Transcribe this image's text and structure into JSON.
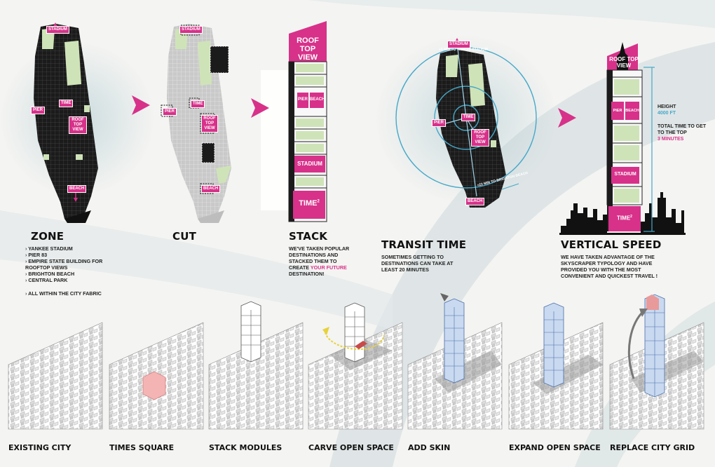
{
  "colors": {
    "accent": "#d7318a",
    "blue": "#46a8c9",
    "park": "#cfe3b8",
    "dark": "#1b1b1b"
  },
  "sections": {
    "zone": {
      "title": "ZONE",
      "bullets": [
        "YANKEE STADIUM",
        "PIER 83",
        "EMPIRE STATE BUILDING FOR ROOFTOP VIEWS",
        "BRIGHTON BEACH",
        "CENTRAL PARK"
      ],
      "note": "ALL WITHIN THE CITY FABRIC"
    },
    "cut": {
      "title": "CUT"
    },
    "stack": {
      "title": "STACK",
      "text_before": "WE'VE TAKEN POPULAR DESTINATIONS AND STACKED THEM TO CREATE ",
      "highlight": "YOUR FUTURE",
      "text_after": " DESTINATION!"
    },
    "transit": {
      "title": "TRANSIT TIME",
      "text": "SOMETIMES GETTING TO DESTINATIONS CAN TAKE AT LEAST 20 MINUTES",
      "route_top": "+5 MIN TO YANKEE STADIUM",
      "route_bottom": "+22 MIN TO BRIGHTON BEACH"
    },
    "vertical": {
      "title": "VERTICAL SPEED",
      "text": "WE HAVE TAKEN ADVANTAGE OF THE SKYSCRAPER TYPOLOGY AND HAVE PROVIDED YOU WITH THE MOST CONVENIENT AND QUICKEST TRAVEL !",
      "height_label": "HEIGHT",
      "height_value": "4000 FT",
      "time_label": "TOTAL TIME TO GET TO THE TOP",
      "time_value": "3 MINUTES"
    }
  },
  "map_tags": {
    "stadium": "STADIUM",
    "pier": "PIER",
    "time": "TIME",
    "roof": "ROOF TOP VIEW",
    "beach": "BEACH"
  },
  "stack_modules": {
    "roof": "ROOF TOP VIEW",
    "pier": "PIER",
    "beach": "BEACH",
    "stadium": "STADIUM",
    "time": "TIME",
    "sup": "2"
  },
  "steps": [
    "EXISTING CITY",
    "TIMES SQUARE",
    "STACK MODULES",
    "CARVE OPEN SPACE",
    "ADD SKIN",
    "EXPAND OPEN SPACE",
    "REPLACE CITY GRID"
  ]
}
